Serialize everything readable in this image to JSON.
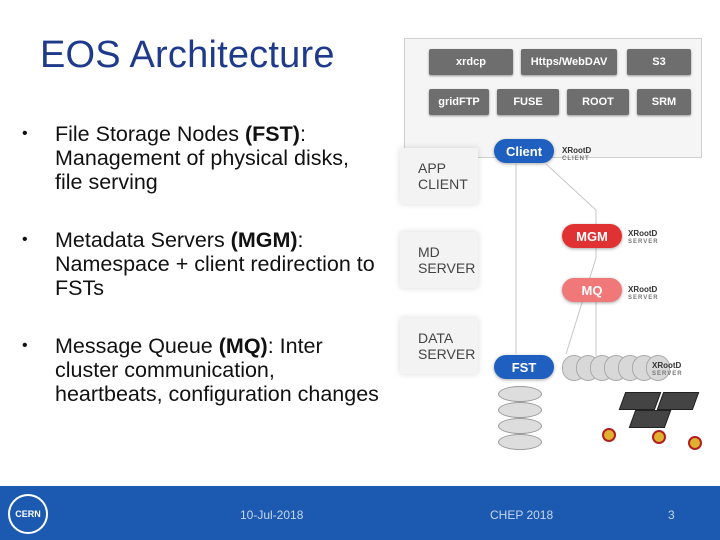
{
  "slide": {
    "title": "EOS Architecture",
    "bullets": [
      {
        "prefix": "File Storage Nodes ",
        "bold": "(FST)",
        "suffix": ": Management of physical disks, file serving"
      },
      {
        "prefix": "Metadata Servers ",
        "bold": "(MGM)",
        "suffix": ": Namespace + client redirection to FSTs"
      },
      {
        "prefix": "Message Queue ",
        "bold": "(MQ)",
        "suffix": ": Inter cluster communication, heartbeats, configuration changes"
      }
    ]
  },
  "diagram": {
    "protocols_row1": [
      "xrdcp",
      "Https/WebDAV",
      "S3"
    ],
    "protocols_row2": [
      "gridFTP",
      "FUSE",
      "ROOT",
      "SRM"
    ],
    "layers": [
      {
        "line1": "APP",
        "line2": "CLIENT"
      },
      {
        "line1": "MD",
        "line2": "SERVER"
      },
      {
        "line1": "DATA",
        "line2": "SERVER"
      }
    ],
    "components": {
      "client": "Client",
      "mgm": "MGM",
      "mq": "MQ",
      "fst": "FST"
    },
    "xrootd": {
      "name": "XRootD",
      "client_sub": "CLIENT",
      "server_sub": "SERVER"
    }
  },
  "footer": {
    "date": "10-Jul-2018",
    "conference": "CHEP 2018",
    "page": "3",
    "logo_text": "CERN"
  },
  "colors": {
    "title": "#1f3a8a",
    "footer_bg": "#1b5ab0",
    "client_blue": "#1f5fbf",
    "mgm_red": "#e03232",
    "mq_pink": "#f07878"
  }
}
